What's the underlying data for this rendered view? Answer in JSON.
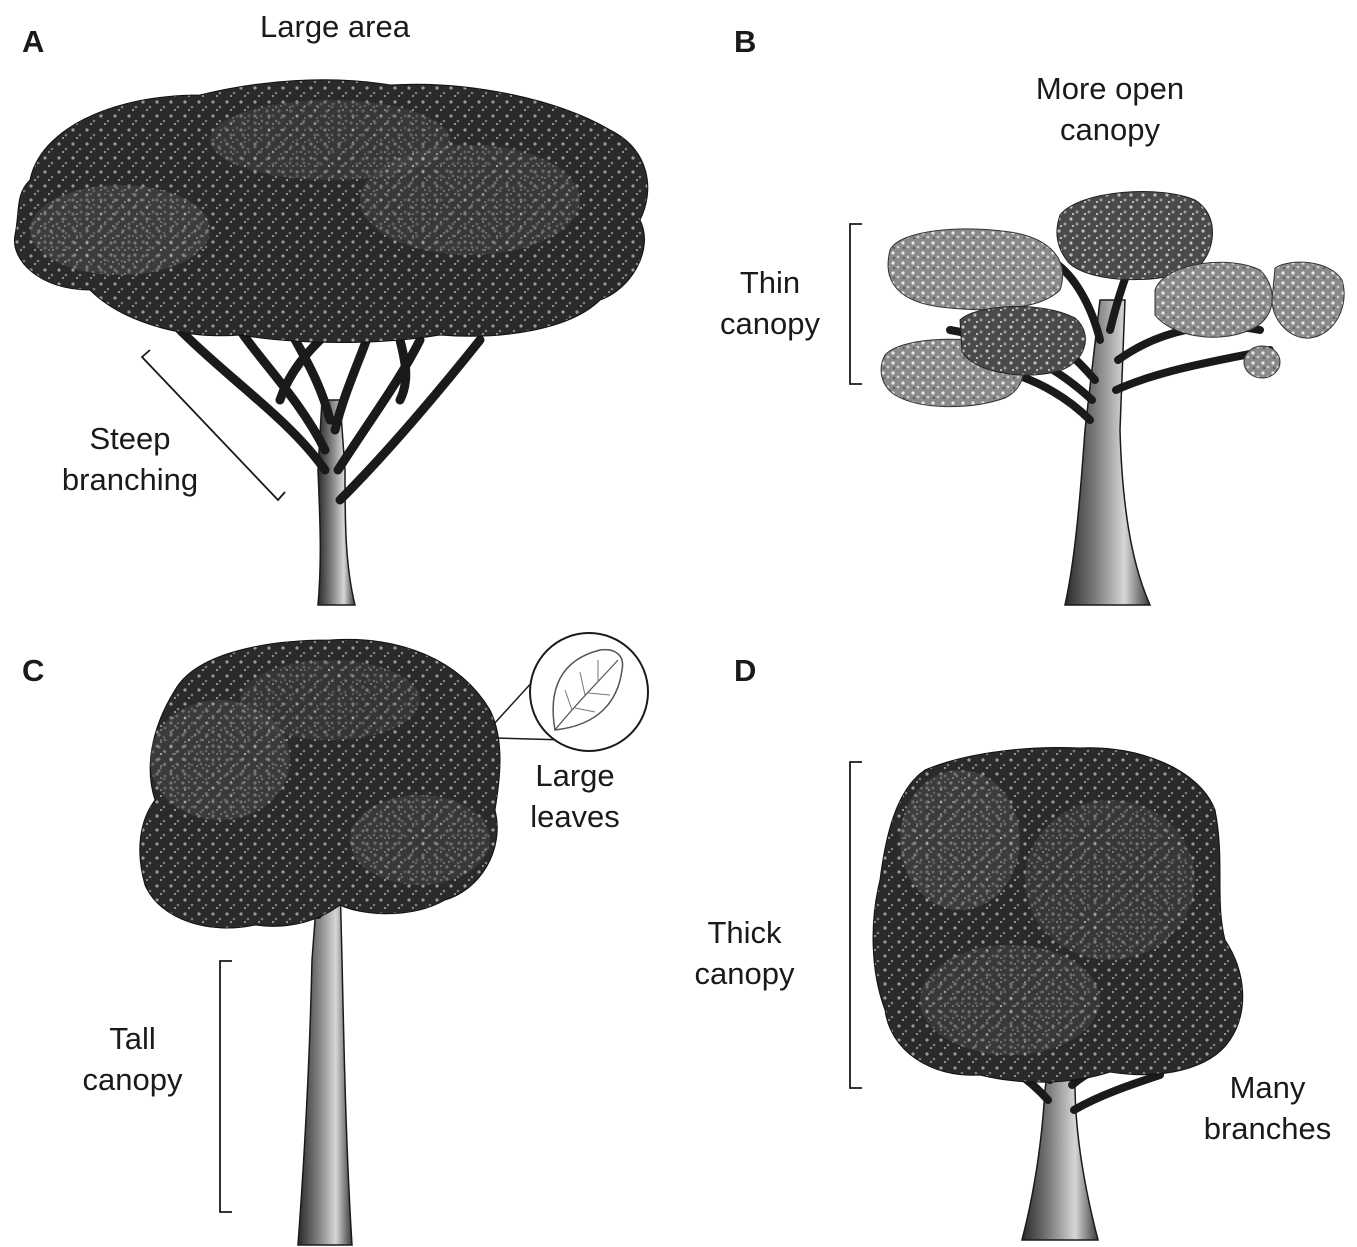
{
  "panels": {
    "a": {
      "letter": "A",
      "labels": {
        "top": "Large area",
        "branch_line1": "Steep",
        "branch_line2": "branching"
      }
    },
    "b": {
      "letter": "B",
      "labels": {
        "top_line1": "More open",
        "top_line2": "canopy",
        "side_line1": "Thin",
        "side_line2": "canopy"
      }
    },
    "c": {
      "letter": "C",
      "labels": {
        "leaf_line1": "Large",
        "leaf_line2": "leaves",
        "side_line1": "Tall",
        "side_line2": "canopy"
      }
    },
    "d": {
      "letter": "D",
      "labels": {
        "side_line1": "Thick",
        "side_line2": "canopy",
        "branch_line1": "Many",
        "branch_line2": "branches"
      }
    }
  },
  "colors": {
    "ink": "#1a1a1a",
    "foliage_dark": "#1c1c1c",
    "foliage_mid": "#3a3a3a",
    "foliage_light": "#8a8a8a",
    "trunk": "#cfcfcf"
  }
}
